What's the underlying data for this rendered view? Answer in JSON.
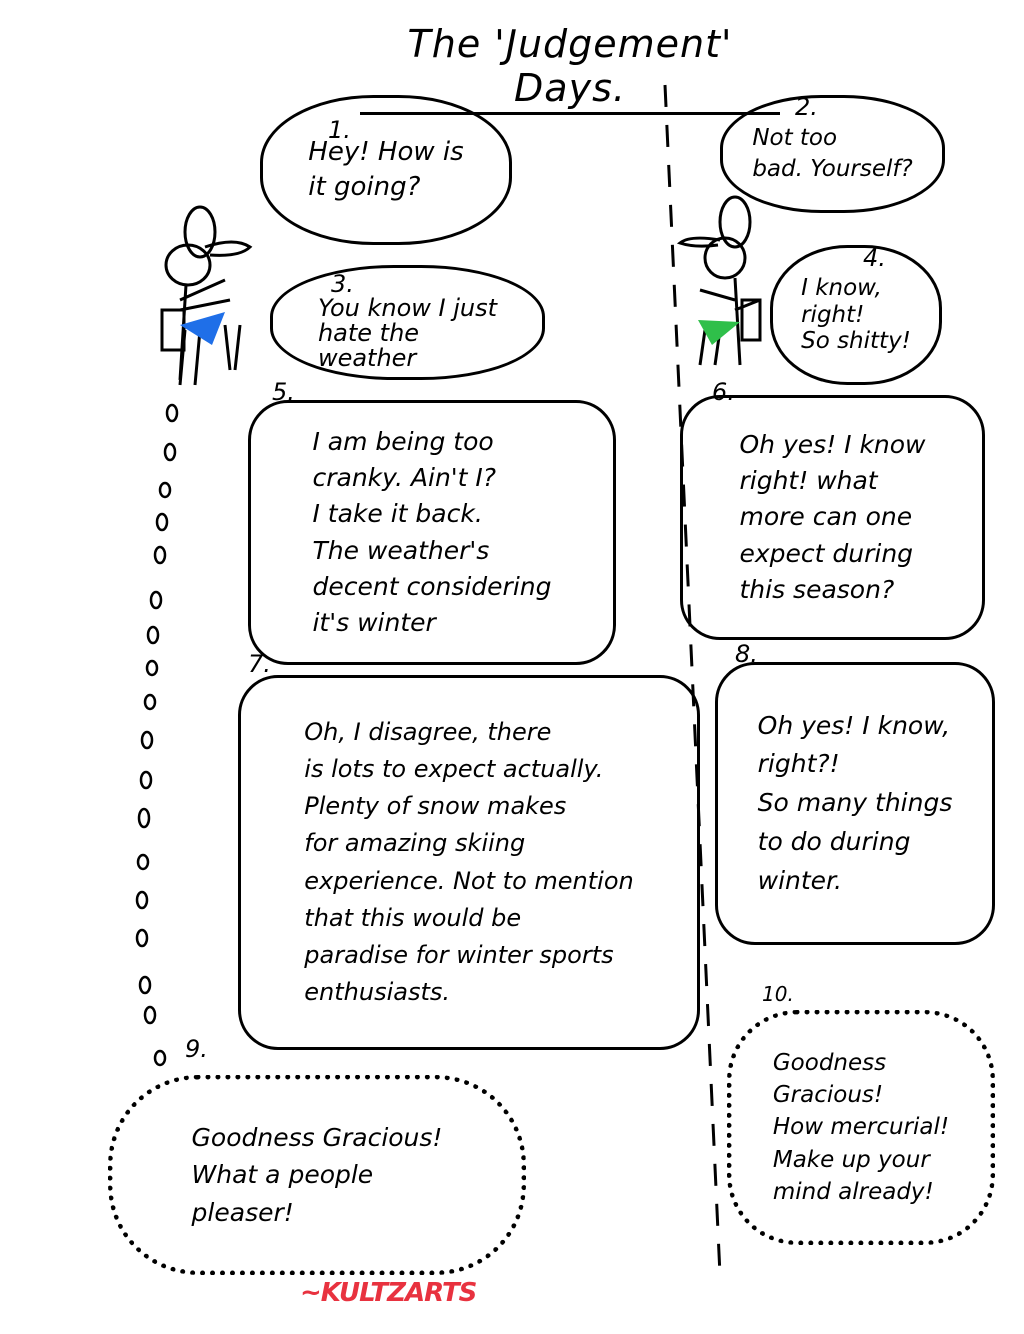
{
  "title": "The 'Judgement' Days.",
  "bubbles": [
    {
      "number": "1.",
      "text": "Hey! How is\nit going?"
    },
    {
      "number": "2.",
      "text": "Not too\nbad. Yourself?"
    },
    {
      "number": "3.",
      "text": "You know I just\nhate the\nweather"
    },
    {
      "number": "4.",
      "text": "I know,\nright!\nSo shitty!"
    },
    {
      "number": "5.",
      "text": "I am being too\ncranky. Ain't I?\nI take it back.\nThe weather's\n   decent considering\n it's winter"
    },
    {
      "number": "6.",
      "text": "Oh yes! I know\nright! what\n more can one\n expect during\nthis season?"
    },
    {
      "number": "7.",
      "text": "Oh, I disagree, there\nis lots to expect actually.\nPlenty of snow makes\nfor amazing skiing\nexperience. Not to mention\nthat this would be\nparadise for winter sports\nenthusiasts."
    },
    {
      "number": "8.",
      "text": "Oh yes! I know,\nright?!\nSo many things\nto do during\nwinter."
    },
    {
      "number": "9.",
      "text": "Goodness Gracious!\nWhat a people\npleaser!"
    },
    {
      "number": "10.",
      "text": "Goodness\nGracious!\nHow mercurial!\nMake up your\nmind already!"
    }
  ],
  "signature": "~KULTZARTS",
  "colors": {
    "ink": "#000000",
    "left_scarf": "#1f6fe8",
    "right_scarf": "#2fbf4a",
    "signature": "#e8323f"
  }
}
